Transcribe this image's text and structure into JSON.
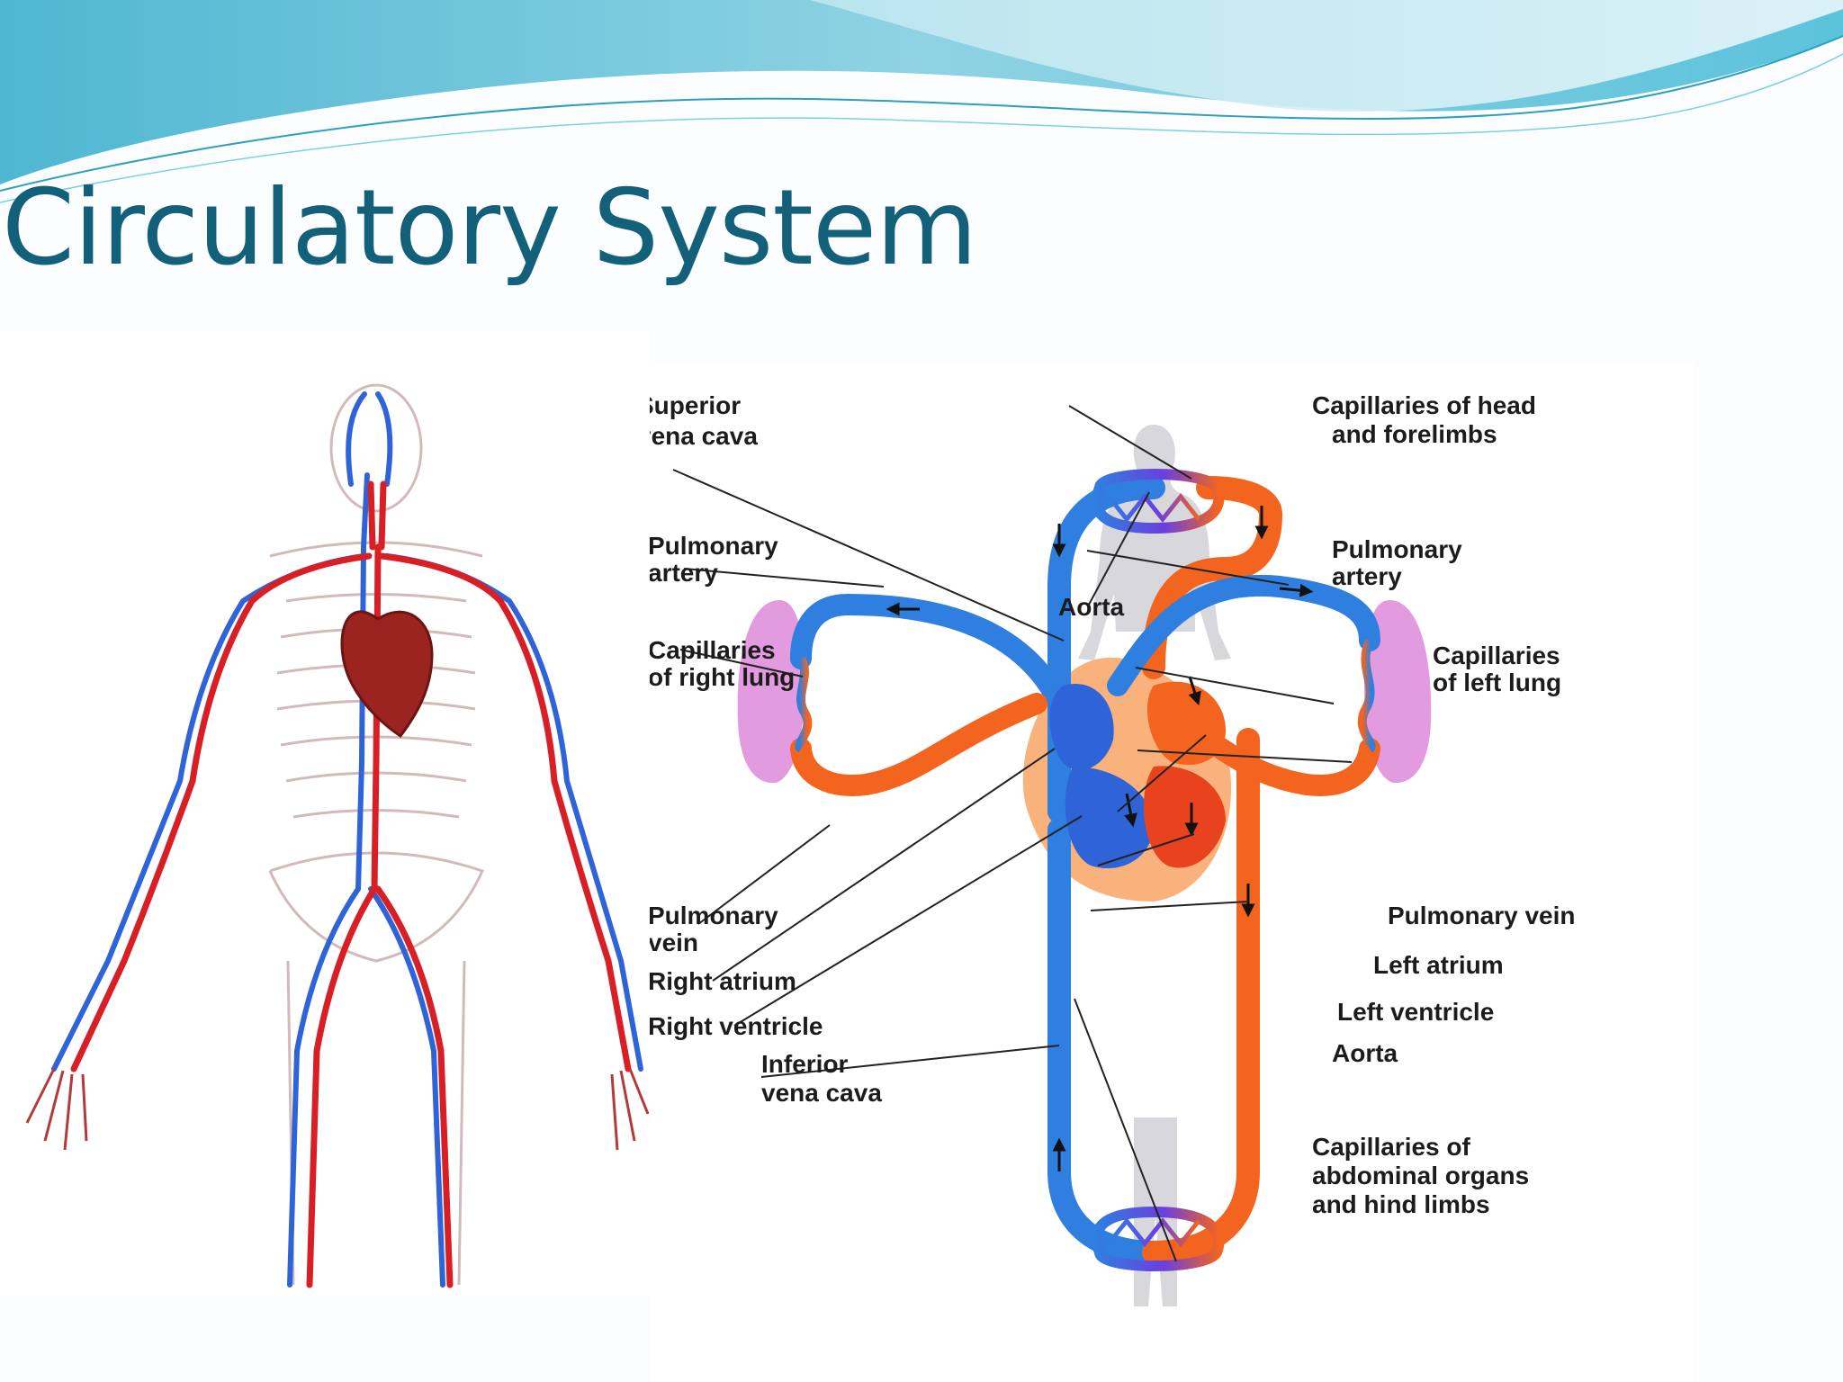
{
  "slide": {
    "title": "Circulatory System"
  },
  "colors": {
    "title": "#13607a",
    "artery": "#e8421e",
    "vein": "#1f63d6",
    "oxygen_rich": "#f3641e",
    "oxygen_poor": "#2f7fe0",
    "lung": "#e39be0",
    "body": "#d8d8dc",
    "heart_pericardium": "#f9b27b",
    "header_wave": "#74c9dc"
  },
  "left_figure": {
    "icons": [
      "human-vascular-system-illustration",
      "heart-icon",
      "skeleton-outline"
    ]
  },
  "diagram": {
    "labels": {
      "superior_vena_cava": [
        "Superior",
        "vena cava"
      ],
      "pulmonary_artery_left": [
        "Pulmonary",
        "artery"
      ],
      "capillaries_right_lung": [
        "Capillaries",
        "of right lung"
      ],
      "pulmonary_vein_left": [
        "Pulmonary",
        "vein"
      ],
      "right_atrium": [
        "Right atrium"
      ],
      "right_ventricle": [
        "Right ventricle"
      ],
      "inferior_vena_cava": [
        "Inferior",
        "vena cava"
      ],
      "capillaries_head": [
        "Capillaries of head",
        "and forelimbs"
      ],
      "pulmonary_artery_right": [
        "Pulmonary",
        "artery"
      ],
      "aorta_top": [
        "Aorta"
      ],
      "capillaries_left_lung": [
        "Capillaries",
        "of left lung"
      ],
      "pulmonary_vein_right": [
        "Pulmonary vein"
      ],
      "left_atrium": [
        "Left atrium"
      ],
      "left_ventricle": [
        "Left ventricle"
      ],
      "aorta_bottom": [
        "Aorta"
      ],
      "capillaries_abdominal": [
        "Capillaries of",
        "abdominal organs",
        "and hind limbs"
      ]
    }
  }
}
